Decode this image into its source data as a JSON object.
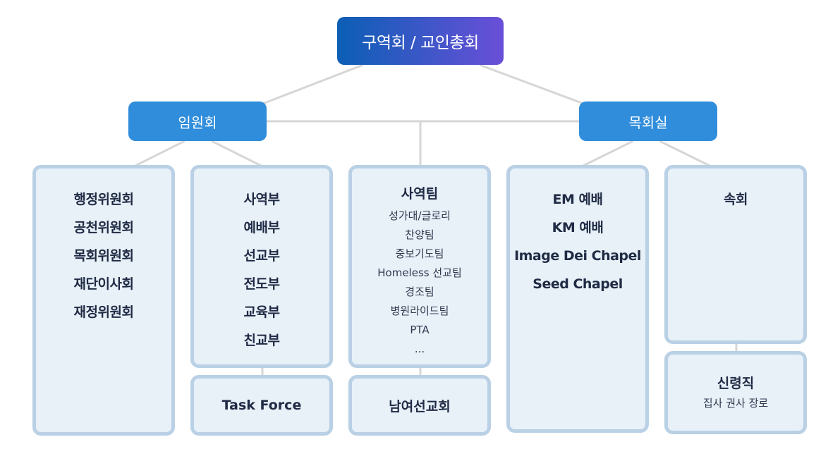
{
  "top": {
    "label": "구역회 / 교인총회"
  },
  "left_branch": {
    "label": "임원회"
  },
  "right_branch": {
    "label": "목회실"
  },
  "committees": {
    "items": [
      "행정위원회",
      "공천위원회",
      "목회위원회",
      "재단이사회",
      "재정위원회"
    ]
  },
  "departments": {
    "items": [
      "사역부",
      "예배부",
      "선교부",
      "전도부",
      "교육부",
      "친교부"
    ]
  },
  "task_force": {
    "label": "Task Force"
  },
  "ministry_teams": {
    "title": "사역팀",
    "items": [
      "성가대/글로리",
      "찬양팀",
      "중보기도팀",
      "Homeless 선교팀",
      "경조팀",
      "병원라이드팀",
      "PTA",
      "..."
    ]
  },
  "fellowship": {
    "label": "남여선교회"
  },
  "worship": {
    "items": [
      "EM 예배",
      "KM 예배",
      "Image Dei Chapel",
      "Seed Chapel"
    ]
  },
  "cell_group": {
    "label": "속회"
  },
  "ordained": {
    "title": "신령직",
    "subtitle": "집사 권사 장로"
  }
}
